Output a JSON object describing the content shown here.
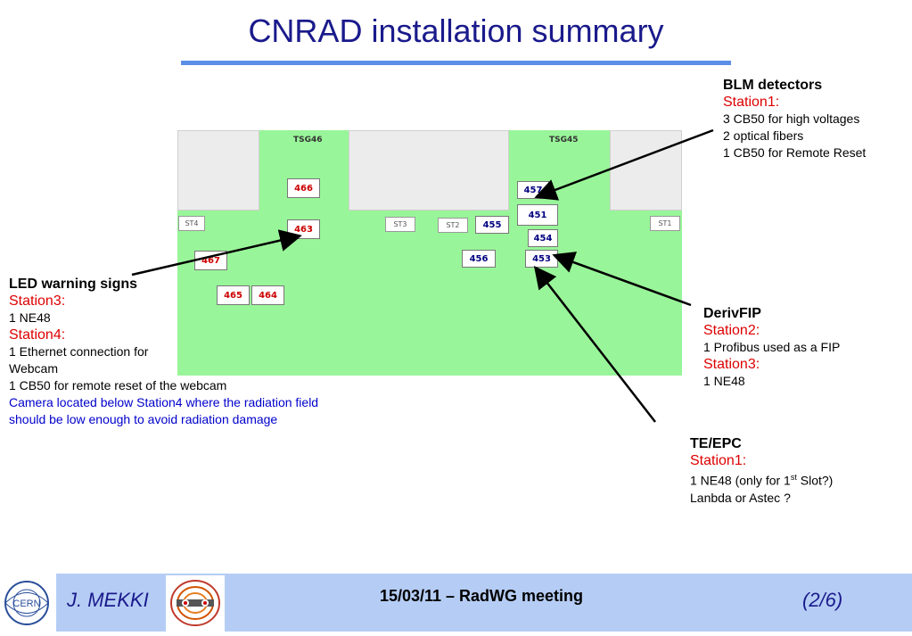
{
  "title": "CNRAD installation summary",
  "plan": {
    "zones": [
      "TSG46",
      "TSG45"
    ],
    "red_boxes": [
      "466",
      "463",
      "467",
      "465",
      "464"
    ],
    "blue_boxes": [
      "457",
      "451",
      "454",
      "453",
      "455",
      "456"
    ],
    "stations": [
      "ST4",
      "ST3",
      "ST2",
      "ST1"
    ]
  },
  "blm": {
    "heading": "BLM detectors",
    "station": "Station1:",
    "lines": [
      "3 CB50 for high voltages",
      "2 optical fibers",
      "1 CB50 for Remote Reset"
    ]
  },
  "led": {
    "heading": "LED warning signs",
    "station3": "Station3:",
    "s3_line": "1 NE48",
    "station4": "Station4:",
    "s4_lines": [
      "1 Ethernet connection for",
      "Webcam",
      "1 CB50 for remote reset of the webcam"
    ],
    "note_lines": [
      "Camera located below Station4 where the radiation field",
      "should be low enough to avoid radiation damage"
    ]
  },
  "derivfip": {
    "heading": "DerivFIP",
    "station2": "Station2:",
    "s2_line": "1 Profibus used as a FIP",
    "station3": "Station3:",
    "s3_line": "1 NE48"
  },
  "teepc": {
    "heading": "TE/EPC",
    "station1": "Station1:",
    "line1_pre": "1 NE48 (only for 1",
    "line1_sup": "st",
    "line1_post": " Slot?)",
    "line2": "Lanbda or Astec ?"
  },
  "footer": {
    "name": "J. MEKKI",
    "center": "15/03/11 – RadWG meeting",
    "page": "(2/6)",
    "logo_text": "CERN"
  },
  "colors": {
    "title": "#1a1a8c",
    "station": "#dd0000",
    "note": "#0000cc",
    "plan_green": "#99f599",
    "footer_bg": "#b5cdf5"
  }
}
